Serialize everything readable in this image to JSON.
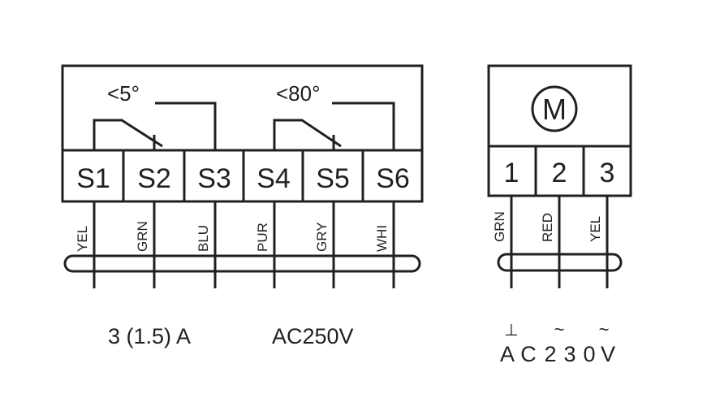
{
  "switch_unit": {
    "switches": [
      {
        "angle_label": "<5°",
        "contacts": [
          "S1",
          "S2",
          "S3"
        ]
      },
      {
        "angle_label": "<80°",
        "contacts": [
          "S4",
          "S5",
          "S6"
        ]
      }
    ],
    "terminals": [
      "S1",
      "S2",
      "S3",
      "S4",
      "S5",
      "S6"
    ],
    "wire_colors": [
      "YEL",
      "GRN",
      "BLU",
      "PUR",
      "GRY",
      "WHI"
    ],
    "current_rating": "3 (1.5) A",
    "voltage_rating": "AC250V"
  },
  "motor_unit": {
    "symbol": "M",
    "terminals": [
      "1",
      "2",
      "3"
    ],
    "wire_colors": [
      "GRN",
      "RED",
      "YEL"
    ],
    "terminal_marks": [
      "⊥",
      "~",
      "~"
    ],
    "voltage_rating": "AC230V",
    "voltage_chars": [
      "A",
      "C",
      "2",
      "3",
      "0",
      "V"
    ]
  }
}
